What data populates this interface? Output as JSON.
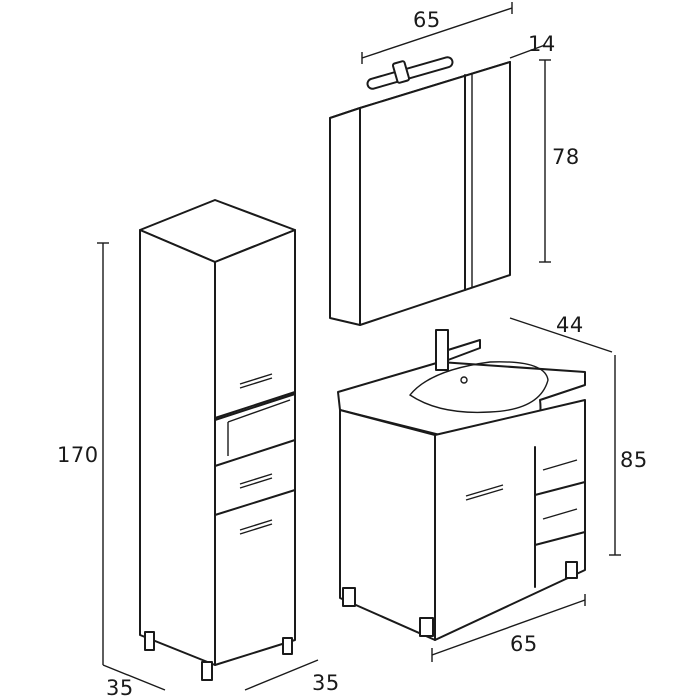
{
  "dimensions": {
    "mirror_width": "65",
    "mirror_depth": "14",
    "mirror_height": "78",
    "column_height": "170",
    "vanity_height": "85",
    "vanity_depth": "44",
    "vanity_width": "65",
    "column_depth": "35",
    "column_width": "35"
  }
}
